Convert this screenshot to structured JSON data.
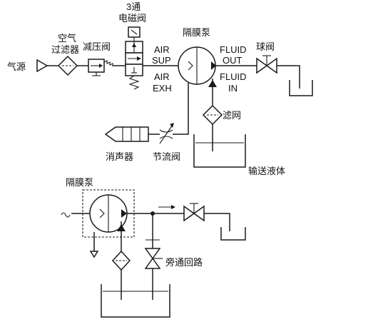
{
  "labels": {
    "air_source": "气源",
    "air_filter_line1": "空气",
    "air_filter_line2": "过滤器",
    "pressure_reducer": "减压阀",
    "solenoid_line1": "3通",
    "solenoid_line2": "电磁阀",
    "pump_top": "隔膜泵",
    "air_sup_1": "AIR",
    "air_sup_2": "SUP",
    "air_exh_1": "AIR",
    "air_exh_2": "EXH",
    "fluid_out_1": "FLUID",
    "fluid_out_2": "OUT",
    "fluid_in_1": "FLUID",
    "fluid_in_2": "IN",
    "ball_valve": "球阀",
    "strainer": "滤网",
    "muffler": "消声器",
    "throttle": "节流阀",
    "liquid": "输送液体",
    "pump_bottom": "隔膜泵",
    "bypass": "旁通回路"
  }
}
